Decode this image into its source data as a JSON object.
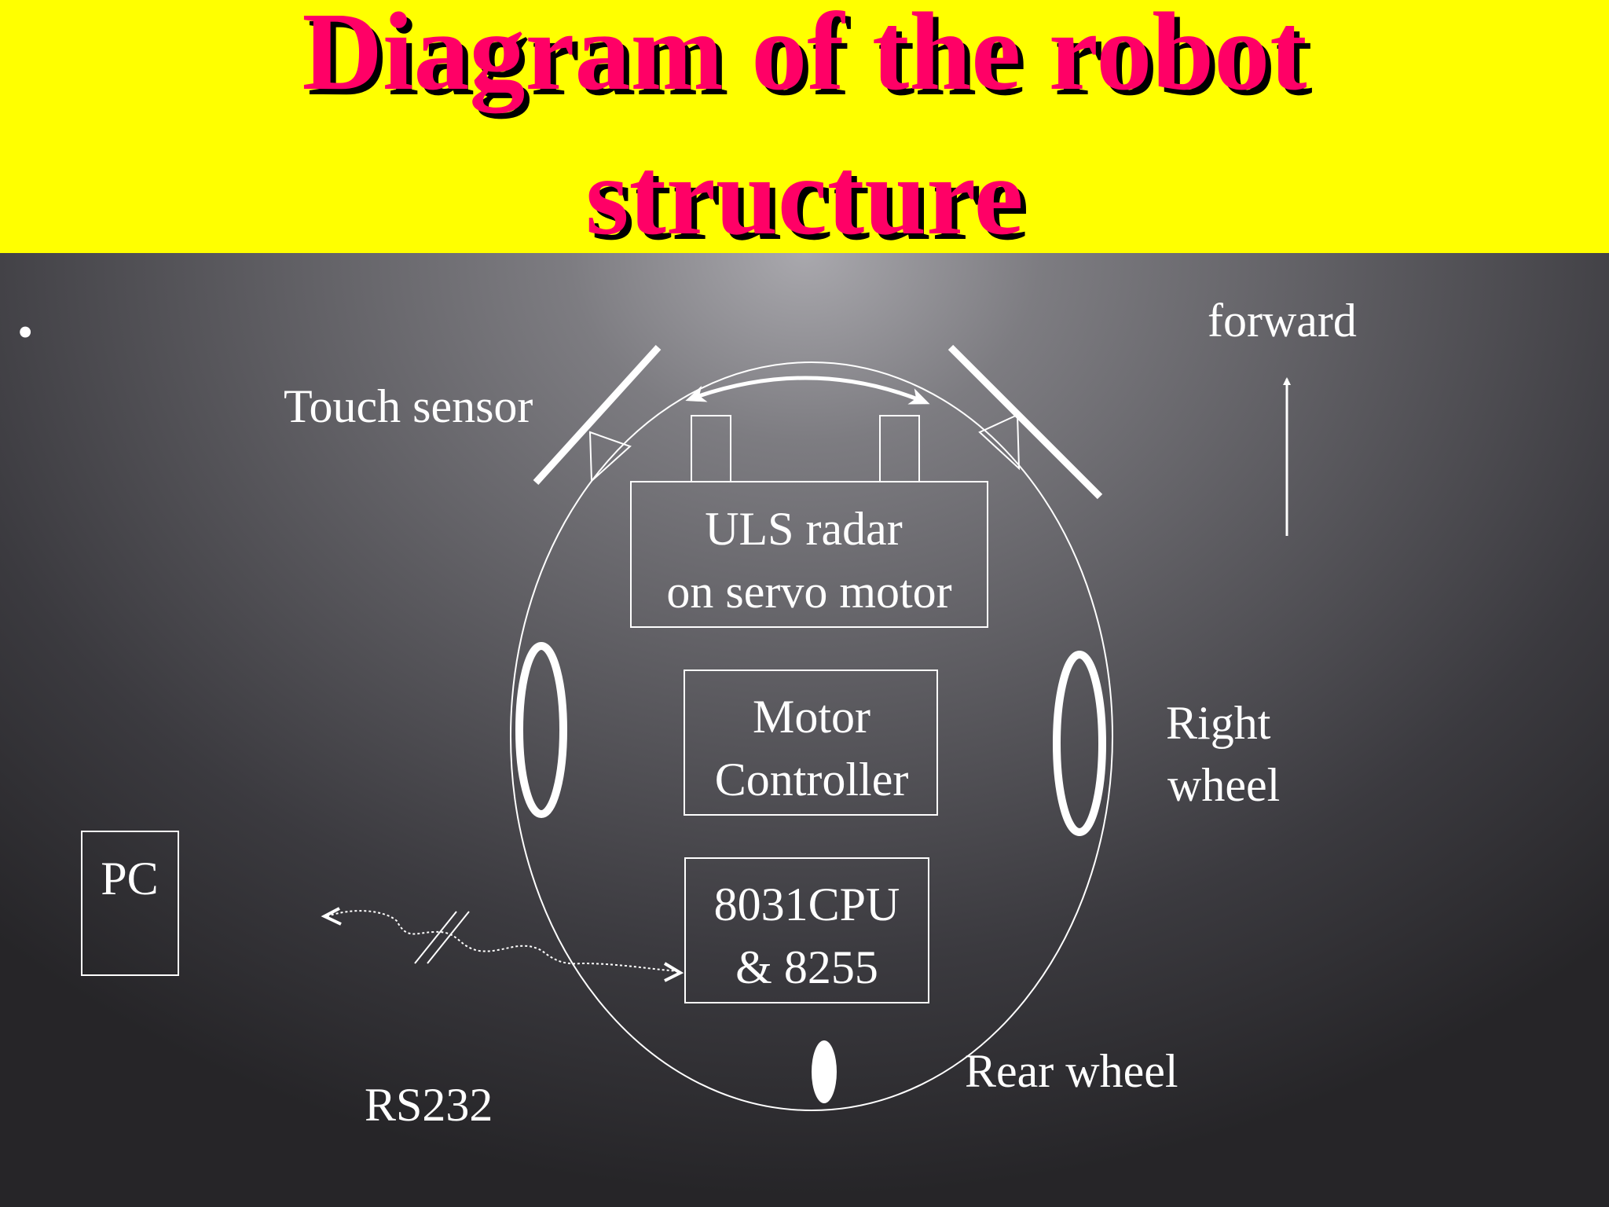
{
  "title": {
    "line1": "Diagram of the robot",
    "line2": "structure"
  },
  "colors": {
    "title_background": "#ffff00",
    "title_text": "#ff0066",
    "title_shadow": "#000000",
    "diagram_line": "#ffffff"
  },
  "bullet": "•",
  "labels": {
    "touch_sensor": "Touch sensor",
    "forward": "forward",
    "uls_radar_line1": "ULS radar",
    "uls_radar_line2": "on servo motor",
    "motor_controller_line1": "Motor",
    "motor_controller_line2": "Controller",
    "cpu_line1": "8031CPU",
    "cpu_line2": "& 8255",
    "right_wheel_line1": "Right",
    "right_wheel_line2": "wheel",
    "pc": "PC",
    "rs232": "RS232",
    "rear_wheel": "Rear wheel"
  }
}
